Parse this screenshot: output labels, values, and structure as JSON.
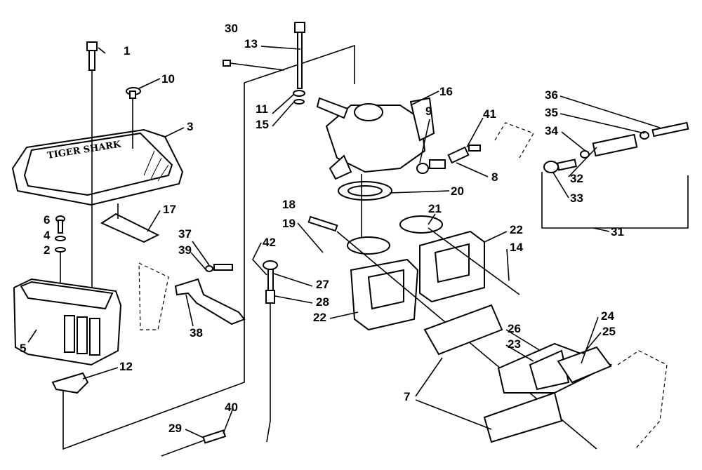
{
  "diagram": {
    "logo_text": "TIGER SHARK",
    "callouts": [
      "1",
      "10",
      "3",
      "6",
      "4",
      "2",
      "17",
      "37",
      "39",
      "38",
      "5",
      "12",
      "30",
      "13",
      "11",
      "15",
      "16",
      "9",
      "41",
      "8",
      "36",
      "35",
      "34",
      "32",
      "33",
      "31",
      "20",
      "18",
      "21",
      "19",
      "22",
      "14",
      "42",
      "27",
      "28",
      "22",
      "24",
      "26",
      "25",
      "23",
      "7",
      "40",
      "29"
    ]
  }
}
